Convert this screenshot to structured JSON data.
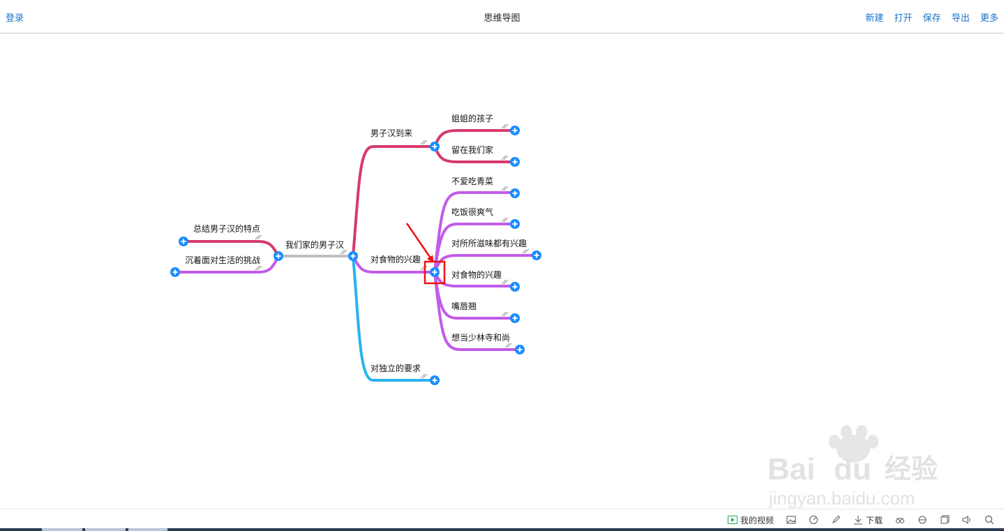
{
  "topbar": {
    "login": "登录",
    "title": "思维导图",
    "menu": {
      "new": "新建",
      "open": "打开",
      "save": "保存",
      "export": "导出",
      "more": "更多"
    }
  },
  "mindmap": {
    "root": "我们家的男子汉",
    "left": {
      "summary": "总结男子汉的特点",
      "challenge": "沉着面对生活的挑战"
    },
    "branches": {
      "arrival": {
        "label": "男子汉到来",
        "children": [
          "姐姐的孩子",
          "留在我们家"
        ]
      },
      "food": {
        "label": "对食物的兴趣",
        "children": [
          "不爱吃青菜",
          "吃饭很爽气",
          "对所所滋味都有兴趣",
          "对食物的兴趣",
          "嘴唇翘",
          "想当少林寺和尚"
        ]
      },
      "independence": {
        "label": "对独立的要求"
      }
    }
  },
  "colors": {
    "crimson": "#d63a6c",
    "purple": "#c15be8",
    "blue": "#2ab3ee",
    "gray": "#c0c0c0",
    "button": "#1a8cff",
    "highlight": "#ee1111"
  },
  "bottombar": {
    "my_video": "我的视频",
    "download": "下载"
  },
  "watermark": {
    "brand": "Bai",
    "brand2": "du",
    "product": "经验",
    "url": "jingyan.baidu.com"
  }
}
